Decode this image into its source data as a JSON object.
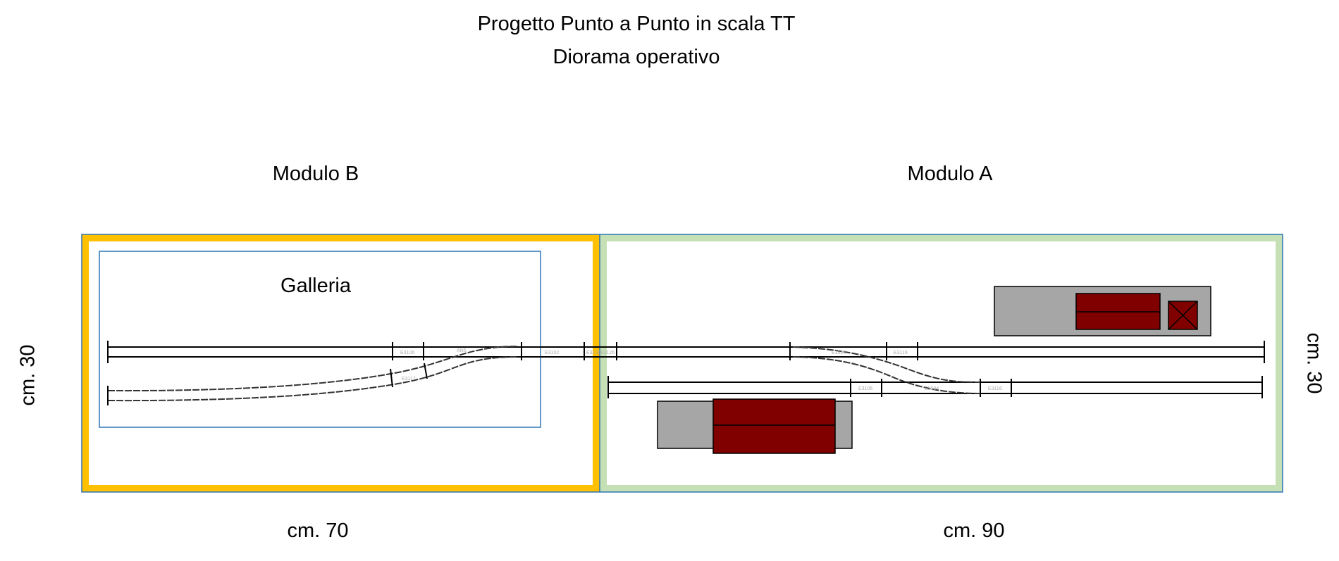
{
  "title": {
    "line1": "Progetto Punto a Punto in scala TT",
    "line2": "Diorama operativo"
  },
  "modules": {
    "b": {
      "label": "Modulo B",
      "width": "cm. 70",
      "color": "#FFC000"
    },
    "a": {
      "label": "Modulo A",
      "width": "cm. 90",
      "color": "#C5E0B4"
    }
  },
  "depth_left": "cm. 30",
  "depth_right": "cm. 30",
  "tunnel": {
    "label": "Galleria"
  },
  "track_labels": [
    "E3106",
    "AN5",
    "E3117",
    "E3102",
    "E3126",
    "E3126",
    "E3504",
    "E3116",
    "E3106",
    "E3504",
    "E3116"
  ],
  "colors": {
    "building_roof": "#A6A6A6",
    "building_body": "#800000",
    "frame_border": "#2E75B6"
  }
}
